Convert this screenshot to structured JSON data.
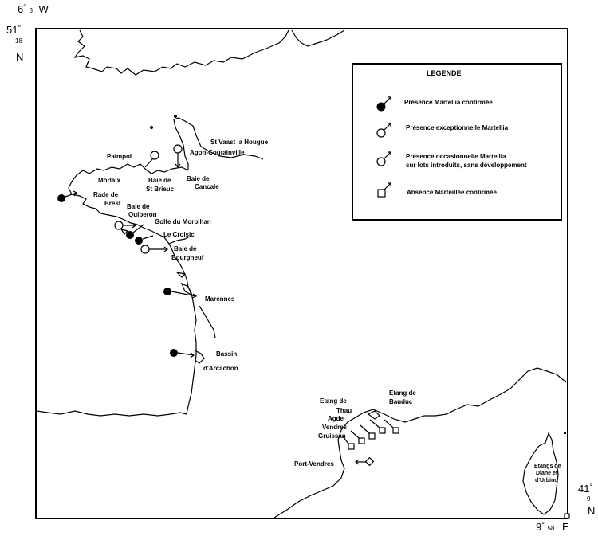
{
  "coords": {
    "top_left_lon": "6",
    "top_left_lon_minutes": "3",
    "top_left_lon_dir": "W",
    "top_left_lat": "51",
    "top_left_lat_minutes": "18",
    "top_left_lat_dir": "N",
    "bottom_right_lat": "41",
    "bottom_right_lat_minutes": "9",
    "bottom_right_lat_dir": "N",
    "bottom_right_lon": "9",
    "bottom_right_lon_minutes": "58",
    "bottom_right_lon_dir": "E"
  },
  "legend": {
    "title": "LEGENDE",
    "items": [
      {
        "symbol": "filled-circle",
        "label": "Présence Martellia confirmée"
      },
      {
        "symbol": "open-circle",
        "label": "Présence exceptionnelle Martellia"
      },
      {
        "symbol": "open-circle",
        "label_line1": "Présence occasionnelle Martellia",
        "label_line2": "sur lots introduits, sans développement"
      },
      {
        "symbol": "open-square",
        "label": "Absence Marteillée confirmée"
      }
    ]
  },
  "places": {
    "st_vaast": "St Vaast la Hougue",
    "agon": "Agon-Coutainville",
    "paimpol": "Paimpol",
    "baie_st_brieuc_1": "Baie de",
    "baie_st_brieuc_2": "St Brieuc",
    "baie_cancale_1": "Baie de",
    "baie_cancale_2": "Cancale",
    "morlaix": "Morlaix",
    "rade_brest_1": "Rade de",
    "rade_brest_2": "Brest",
    "quiberon_1": "Baie de",
    "quiberon_2": "Quiberon",
    "morbihan": "Golfe du Morbihan",
    "croisic": "Le Croisic",
    "bourgneuf_1": "Baie de",
    "bourgneuf_2": "Bourgneuf",
    "marennes": "Marennes",
    "arcachon_1": "Bassin",
    "arcachon_2": "d'Arcachon",
    "thau_1": "Etang de",
    "thau_2": "Thau",
    "bauduc_1": "Etang de",
    "bauduc_2": "Bauduc",
    "agde": "Agde",
    "vendres": "Vendres",
    "gruissan": "Gruissan",
    "port_vendres": "Port-Vendres",
    "diane_1": "Etangs de",
    "diane_2": "Diane et",
    "diane_3": "d'Urbino"
  }
}
